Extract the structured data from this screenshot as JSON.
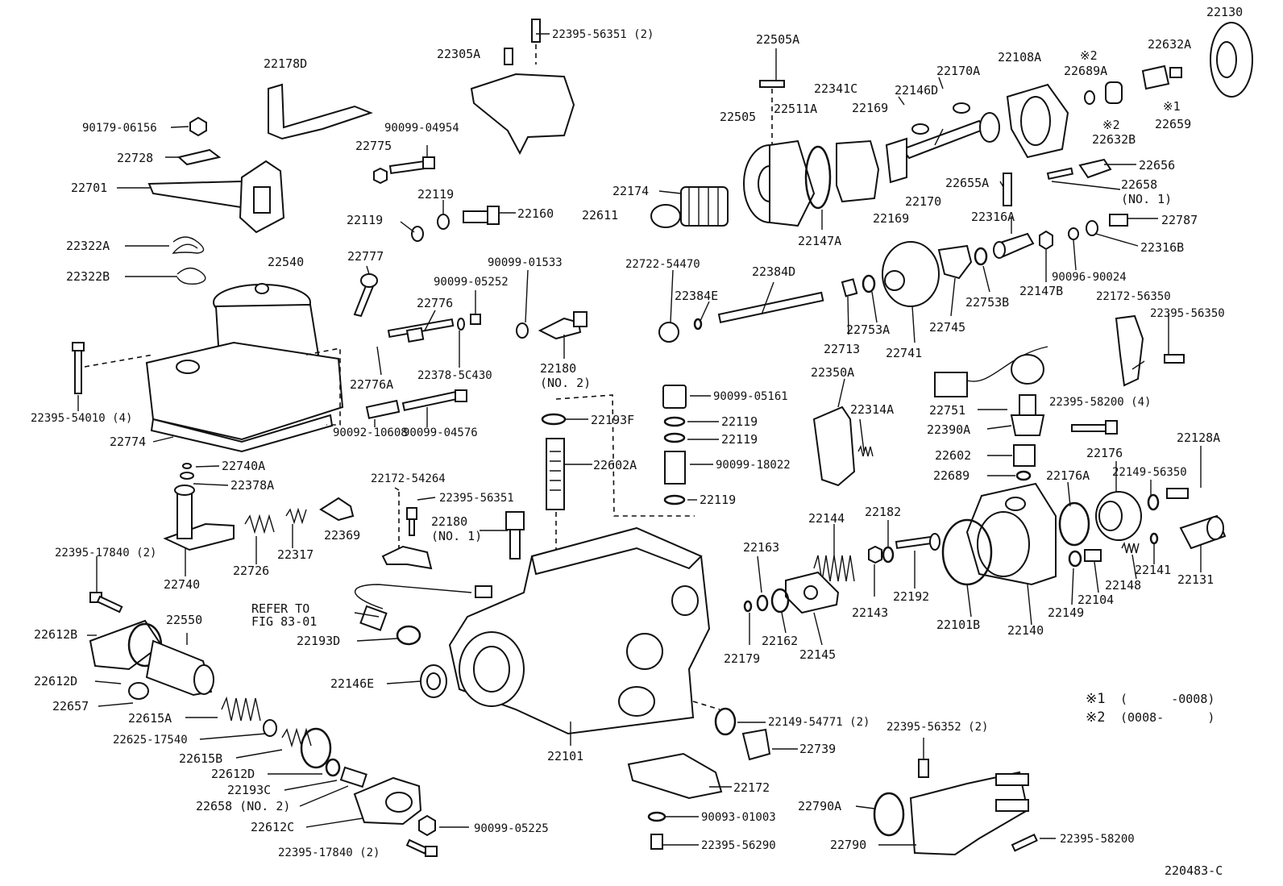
{
  "diagram_id": "220483-C",
  "refer_note": [
    "REFER TO",
    "FIG 83-01"
  ],
  "legend": [
    {
      "mark": "※1",
      "text": "(      -0008)"
    },
    {
      "mark": "※2",
      "text": "(0008-      )"
    }
  ],
  "labels": [
    "22178D",
    "90179-06156",
    "22728",
    "22701",
    "22322A",
    "22322B",
    "22395-54010 (4)",
    "22540",
    "22774",
    "22305A",
    "22395-56351 (2)",
    "90099-04954",
    "22775",
    "22119",
    "22119",
    "22160",
    "22777",
    "22776",
    "22776A",
    "90099-05252",
    "22378-5C430",
    "90099-01533",
    "22180",
    "(NO. 2)",
    "90092-10608",
    "90099-04576",
    "22740A",
    "22378A",
    "22395-17840 (2)",
    "22740",
    "22726",
    "22317",
    "22369",
    "22172-54264",
    "22395-56351",
    "22180",
    "(NO. 1)",
    "22193F",
    "22602A",
    "22612B",
    "22550",
    "22612D",
    "22657",
    "22615A",
    "22625-17540",
    "22615B",
    "22612D",
    "22193C",
    "22658 (NO. 2)",
    "22612C",
    "22395-17840 (2)",
    "90099-05225",
    "22193D",
    "22146E",
    "22101",
    "22505A",
    "22505",
    "22511A",
    "22341C",
    "22146D",
    "22170A",
    "22108A",
    "22169",
    "22169",
    "22170",
    "22147A",
    "22174",
    "22611",
    "22722-54470",
    "22384E",
    "22384D",
    "22713",
    "22753A",
    "22741",
    "22745",
    "22753B",
    "22316A",
    "22147B",
    "90096-90024",
    "22316B",
    "22787",
    "22655A",
    "22658",
    "(NO. 1)",
    "22656",
    "22689A",
    "22632A",
    "22632B",
    "22659",
    "22130",
    "22172-56350",
    "22395-56350",
    "22350A",
    "22314A",
    "22751",
    "22390A",
    "22395-58200 (4)",
    "22602",
    "22689",
    "22176",
    "22176A",
    "22149-56350",
    "22128A",
    "90099-05161",
    "22119",
    "22119",
    "90099-18022",
    "22119",
    "22163",
    "22144",
    "22182",
    "22143",
    "22192",
    "22101B",
    "22140",
    "22179",
    "22162",
    "22145",
    "22149",
    "22104",
    "22148",
    "22141",
    "22131",
    "22149-54771 (2)",
    "22739",
    "22172",
    "90093-01003",
    "22395-56290",
    "22395-56352 (2)",
    "22790A",
    "22790",
    "22395-58200",
    "※2",
    "※1",
    "※2"
  ]
}
